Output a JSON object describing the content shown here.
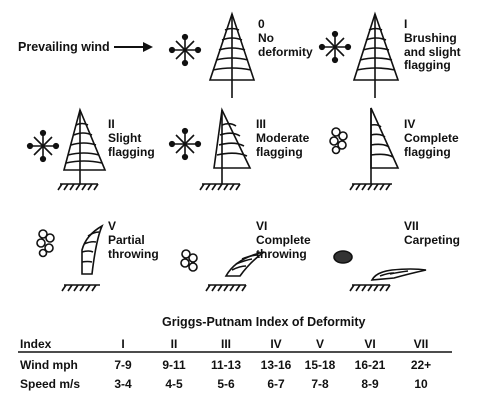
{
  "header": {
    "prevailing_wind": "Prevailing wind"
  },
  "panels": [
    {
      "index": "0",
      "desc": "No\ndeformity"
    },
    {
      "index": "I",
      "desc": "Brushing\nand slight\nflagging"
    },
    {
      "index": "II",
      "desc": "Slight\nflagging"
    },
    {
      "index": "III",
      "desc": "Moderate\nflagging"
    },
    {
      "index": "IV",
      "desc": "Complete\nflagging"
    },
    {
      "index": "V",
      "desc": "Partial\nthrowing"
    },
    {
      "index": "VI",
      "desc": "Complete\nthrowing"
    },
    {
      "index": "VII",
      "desc": "Carpeting"
    }
  ],
  "table": {
    "title": "Griggs-Putnam Index of Deformity",
    "header": [
      "Index",
      "I",
      "II",
      "III",
      "IV",
      "V",
      "VI",
      "VII"
    ],
    "rows": [
      [
        "Wind mph",
        "7-9",
        "9-11",
        "11-13",
        "13-16",
        "15-18",
        "16-21",
        "22+"
      ],
      [
        "Speed m/s",
        "3-4",
        "4-5",
        "5-6",
        "6-7",
        "7-8",
        "8-9",
        "10"
      ]
    ]
  }
}
